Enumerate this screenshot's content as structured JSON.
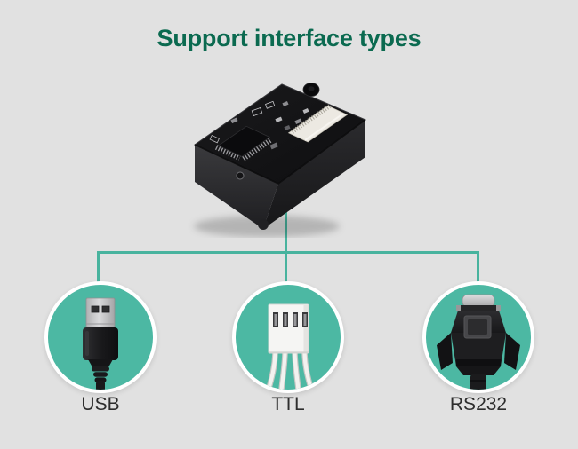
{
  "title": "Support interface types",
  "icons": {
    "device": "scanner-module-image",
    "usb": "usb-connector-icon",
    "ttl": "ttl-pin-connector-icon",
    "rs232": "rs232-db9-connector-icon"
  },
  "interfaces": [
    {
      "label": "USB"
    },
    {
      "label": "TTL"
    },
    {
      "label": "RS232"
    }
  ],
  "colors": {
    "background": "#e1e1e1",
    "title": "#0b6a50",
    "accent": "#4cb8a3",
    "line": "#48b39e",
    "label": "#2d2d2d",
    "circle_ring": "#ffffff"
  }
}
